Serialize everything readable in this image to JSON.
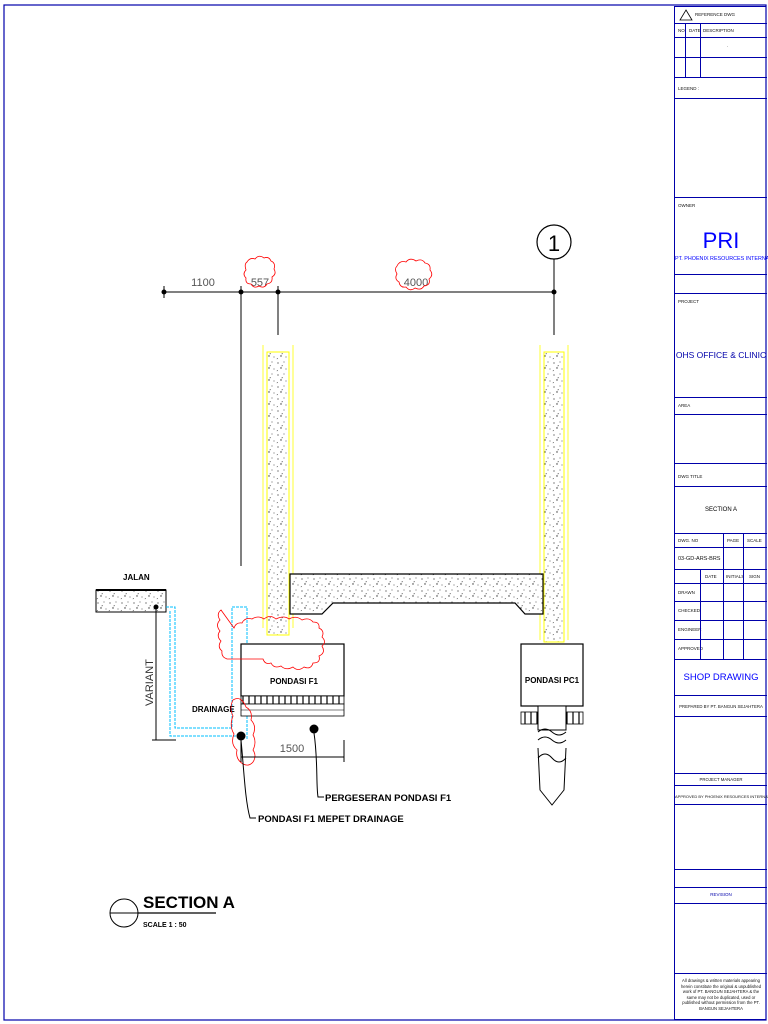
{
  "drawing": {
    "dimensions": [
      "1100",
      "557",
      "4000",
      "1500"
    ],
    "grid_bubble": "1",
    "labels": {
      "road": "JALAN",
      "variant": "VARIANT",
      "drainage": "DRAINAGE",
      "foundation_f1": "PONDASI F1",
      "foundation_pc1": "PONDASI PC1",
      "shift_note": "PERGESERAN PONDASI F1",
      "flush_note": "PONDASI F1 MEPET DRAINAGE"
    },
    "section_title": "SECTION A",
    "section_scale": "SCALE 1 : 50"
  },
  "titleblock": {
    "reference_label": "REFERENCE DWG",
    "rev_headers": [
      "NO.",
      "DATE",
      "DESCRIPTION"
    ],
    "legend_label": "LEGEND :",
    "owner_label": "OWNER",
    "logo": "PRI",
    "company": "PT. PHOENIX RESOURCES INTERNATIONAL",
    "project_label": "PROJECT",
    "project_name": "OHS OFFICE & CLINIC",
    "area_label": "AREA",
    "dwg_title_label": "DWG TITLE",
    "dwg_title": "SECTION A",
    "dwg_no_label": "DWG. NO",
    "page_label": "PAGE",
    "scale_label": "SCALE",
    "dwg_no": "03-GD-ARS-BRS",
    "sign_headers": [
      "DATE",
      "INITIALS",
      "SIGN"
    ],
    "sign_rows": [
      "DRAWN",
      "CHECKED",
      "ENGINEER",
      "APPROVED"
    ],
    "shop_drawing": "SHOP DRAWING",
    "prepared_by": "PREPARED BY PT. BANGUN SEJAHTERA",
    "project_manager": "PROJECT MANAGER",
    "approved_by": "APPROVED BY PHOENIX RESOURCES INTERNATIONAL",
    "revision": "REVISION",
    "disclaimer": "All drawings & written materials appearing herein constitute the original & unpublished work of PT. BANGUN SEJAHTERA & the same may not be duplicated, used or published without permission from the PT. BANGUN SEJAHTERA"
  },
  "colors": {
    "border": "#0000aa",
    "logo": "#0000ff",
    "concrete_edge": "#ffff00",
    "revision_cloud": "#ff0000",
    "drainage": "#00bfff"
  }
}
